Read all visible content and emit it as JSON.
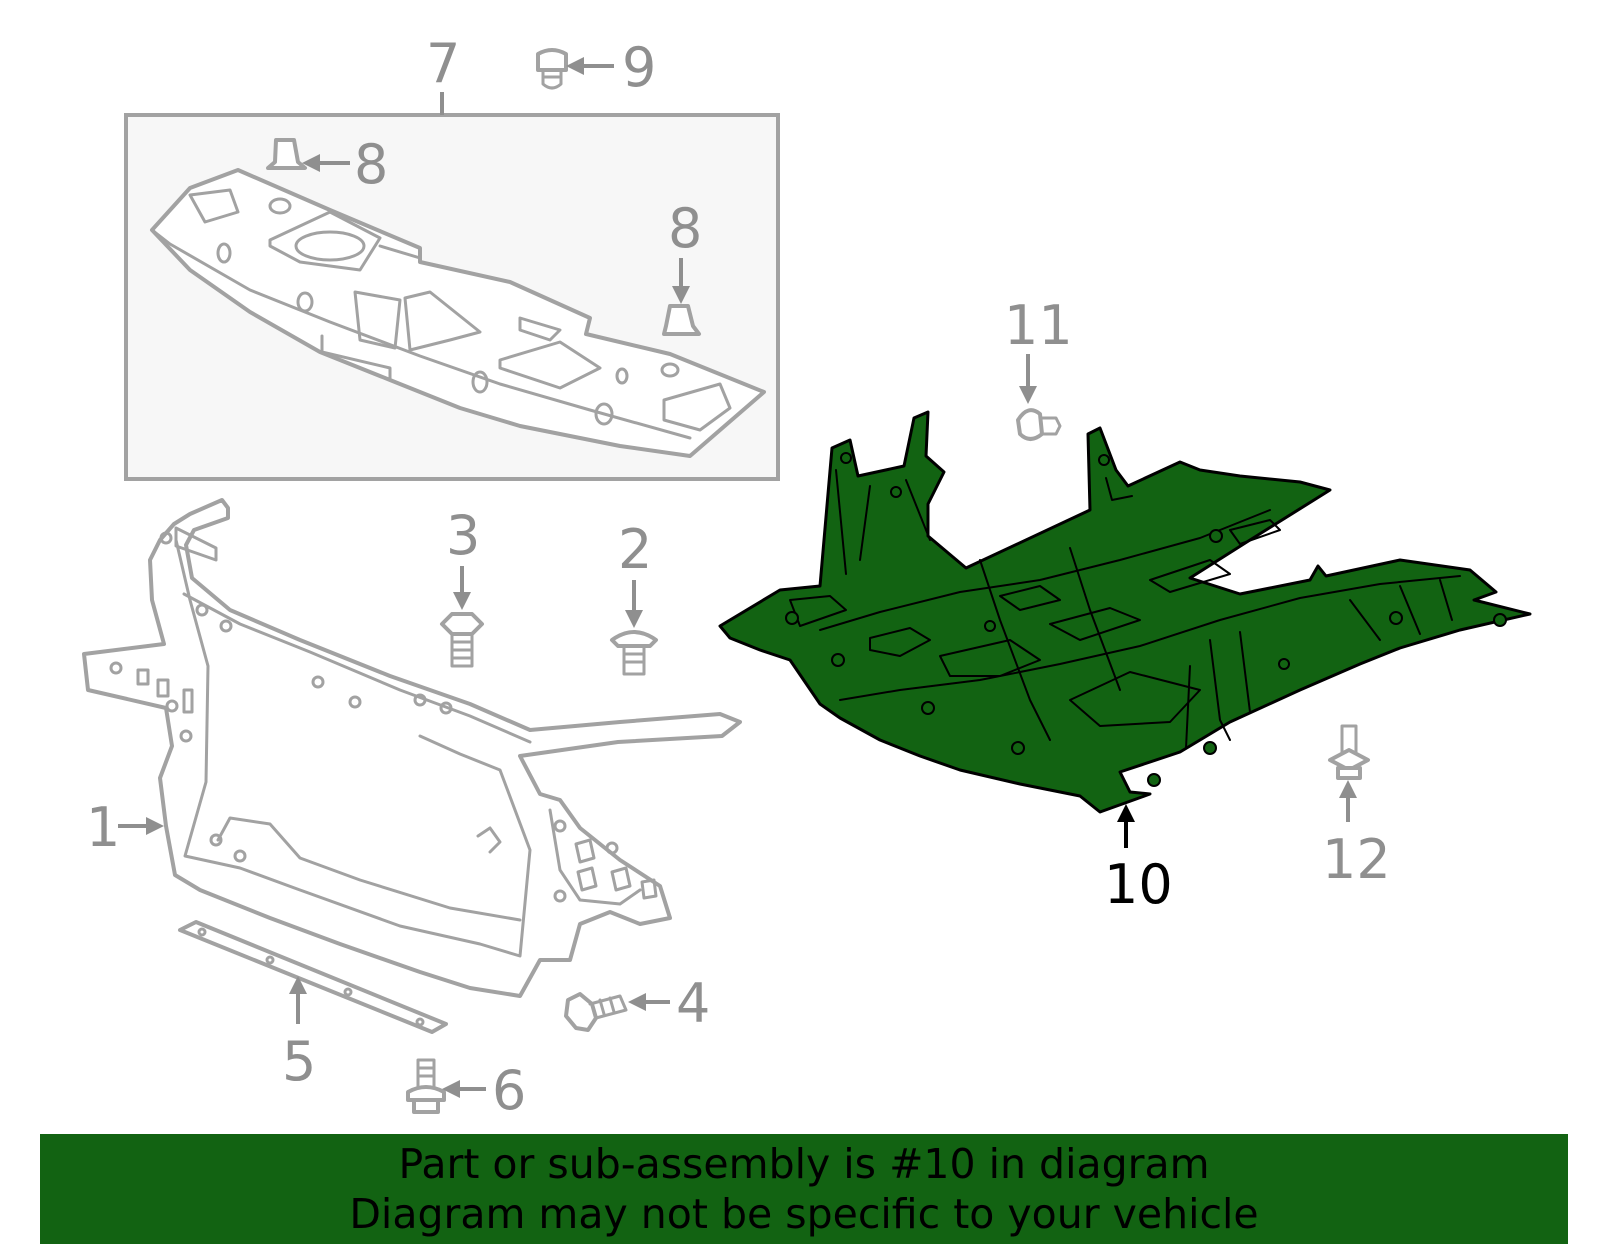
{
  "diagram": {
    "callouts": [
      "1",
      "2",
      "3",
      "4",
      "5",
      "6",
      "7",
      "8",
      "8",
      "9",
      "10",
      "11",
      "12"
    ],
    "highlighted_part": "10",
    "highlight_color": "#126312",
    "part_line_color": "#a2a2a2",
    "callout_color": "#8f8f8f",
    "box_fill_color": "#f7f7f7",
    "parts": [
      {
        "callout": "1",
        "name": "radiator-support"
      },
      {
        "callout": "2",
        "name": "bolt"
      },
      {
        "callout": "3",
        "name": "bolt"
      },
      {
        "callout": "4",
        "name": "bolt"
      },
      {
        "callout": "5",
        "name": "lower-strip"
      },
      {
        "callout": "6",
        "name": "bolt"
      },
      {
        "callout": "7",
        "name": "upper-cover-assembly"
      },
      {
        "callout": "8",
        "name": "clip"
      },
      {
        "callout": "9",
        "name": "clip"
      },
      {
        "callout": "10",
        "name": "splash-shield"
      },
      {
        "callout": "11",
        "name": "clip"
      },
      {
        "callout": "12",
        "name": "bolt"
      }
    ]
  },
  "footer": {
    "line1": "Part or sub-assembly is #10 in diagram",
    "line2": "Diagram may not be specific to your vehicle"
  }
}
